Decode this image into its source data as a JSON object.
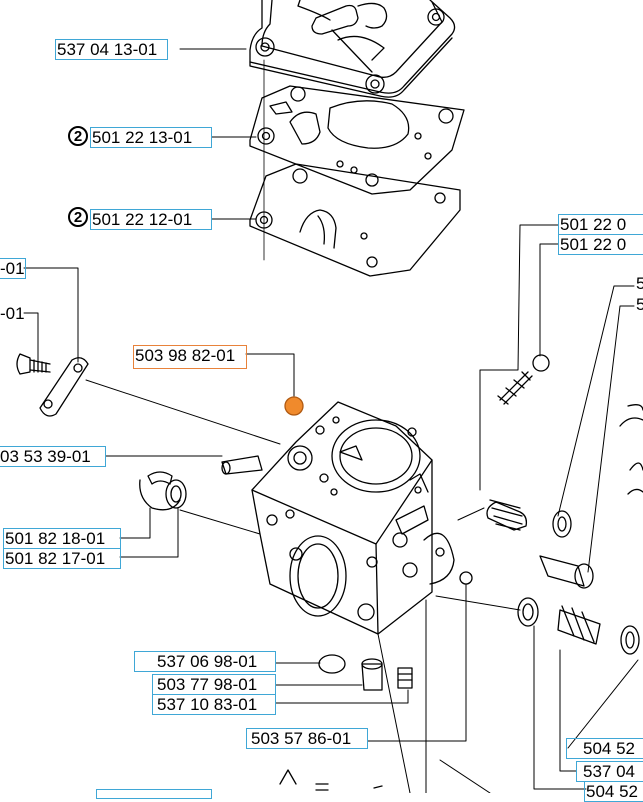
{
  "labels": {
    "l01": "537 04 13-01",
    "l02": "501 22 13-01",
    "l03": "501 22 12-01",
    "l04": "501 22 0",
    "l05": "501 22 0",
    "l06": "-01",
    "l07": "-01",
    "l08": "503 98 82-01",
    "l09": "03 53 39-01",
    "l10": "501 82 18-01",
    "l11": "501 82 17-01",
    "l12": "537 06 98-01",
    "l13": "503 77 98-01",
    "l14": "537 10 83-01",
    "l15": "503 57 86-01",
    "l16": "504 52",
    "l17": "537 04",
    "l18": "504 52",
    "l19": "5",
    "l20": "5"
  },
  "markers": {
    "kit_a": "2",
    "kit_b": "2"
  },
  "colors": {
    "frame": "#3fa7d6",
    "selected": "#e8823a",
    "highlight_part": "#f08a2c"
  }
}
